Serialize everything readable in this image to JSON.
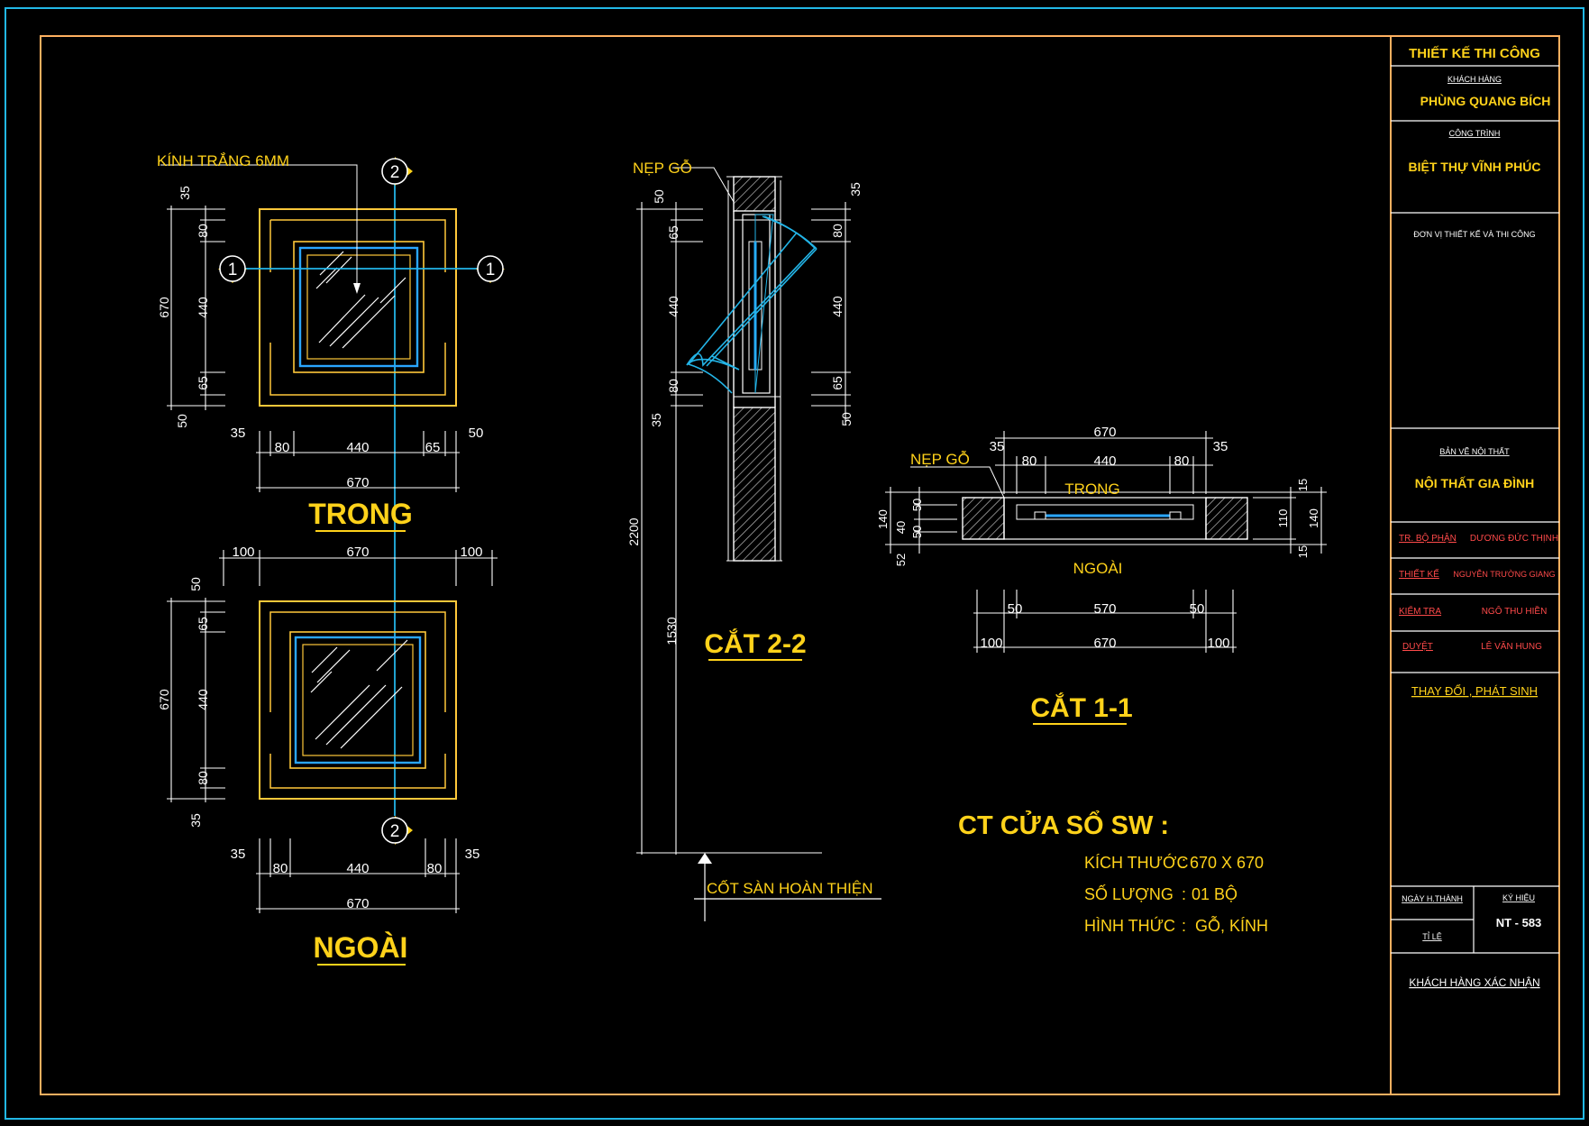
{
  "colors": {
    "frame": "#ffb060",
    "outer_border": "#22b8e6",
    "frame_line": "#ffc83a",
    "glass": "#2aa6ff",
    "axis": "#23b5e8",
    "dimension": "#ffffff",
    "text_yellow": "#ffd21a",
    "text_red": "#ff4a4a",
    "hatch": "#bbbbbb"
  },
  "title_block": {
    "header": "THIẾT KẾ THI CÔNG",
    "client_label": "KHÁCH HÀNG",
    "client_name": "PHÙNG QUANG BÍCH",
    "project_label": "CÔNG TRÌNH",
    "project_name": "BIỆT THỰ VĨNH PHÚC",
    "designer_unit": "ĐƠN VỊ THIẾT KẾ VÀ THI CÔNG",
    "drawing_label": "BẢN VẼ NỘI THẤT",
    "drawing_name": "NỘI THẤT GIA ĐÌNH",
    "roles": [
      {
        "role": "TR. BỘ PHẬN",
        "name": "DƯƠNG ĐỨC THỊNH"
      },
      {
        "role": "THIẾT KẾ",
        "name": "NGUYỄN TRƯỜNG GIANG"
      },
      {
        "role": "KIỂM TRA",
        "name": "NGÔ THU HIỀN"
      },
      {
        "role": "DUYỆT",
        "name": "LÊ VĂN HUNG"
      }
    ],
    "changes": "THAY ĐỔI , PHÁT SINH",
    "date_label": "NGÀY H.THÀNH",
    "scale_label": "TỈ LỆ",
    "code_label": "KÝ HIỆU",
    "code": "NT - 583",
    "client_confirm": "KHÁCH HÀNG XÁC NHẬN"
  },
  "views": {
    "trong_title": "TRONG",
    "ngoai_title": "NGOÀI",
    "cat22_title": "CẮT 2-2",
    "cat11_title": "CẮT 1-1",
    "glass_note": "KÍNH TRẮNG 6MM",
    "nep_go": "NẸP GỖ",
    "cot_san": "CỐT SÀN HOÀN THIỆN",
    "trong_label": "TRONG",
    "ngoai_label": "NGOÀI",
    "marker_1": "1",
    "marker_2": "2"
  },
  "dimensions": {
    "trong_left": [
      "35",
      "80",
      "440",
      "65",
      "50"
    ],
    "trong_left_total": "670",
    "trong_bottom": [
      "35",
      "80",
      "440",
      "65",
      "50"
    ],
    "trong_bottom_total": "670",
    "ngoai_top": [
      "100",
      "670",
      "100"
    ],
    "ngoai_left": [
      "50",
      "65",
      "440",
      "80",
      "35"
    ],
    "ngoai_left_total": "670",
    "ngoai_bottom": [
      "35",
      "80",
      "440",
      "80",
      "35"
    ],
    "ngoai_bottom_total": "670",
    "cat22_left": [
      "50",
      "65",
      "440",
      "80",
      "35"
    ],
    "cat22_right": [
      "35",
      "80",
      "440",
      "65",
      "50"
    ],
    "cat22_height_1": "2200",
    "cat22_height_2": "1530",
    "cat11_top": [
      "670",
      "35",
      "80",
      "440",
      "80",
      "35"
    ],
    "cat11_left": [
      "140",
      "50",
      "40",
      "50",
      "52"
    ],
    "cat11_right": [
      "15",
      "110",
      "140",
      "15"
    ],
    "cat11_bottom": [
      "50",
      "570",
      "50",
      "100",
      "670",
      "100"
    ]
  },
  "spec": {
    "title": "CT CỬA SỔ SW :",
    "rows": [
      {
        "label": "KÍCH THƯỚC",
        "sep": ":",
        "value": "670 X 670"
      },
      {
        "label": "SỐ LƯỢNG",
        "sep": ":",
        "value": "01 BỘ"
      },
      {
        "label": "HÌNH THỨC",
        "sep": ":",
        "value": "GỖ, KÍNH"
      }
    ]
  }
}
